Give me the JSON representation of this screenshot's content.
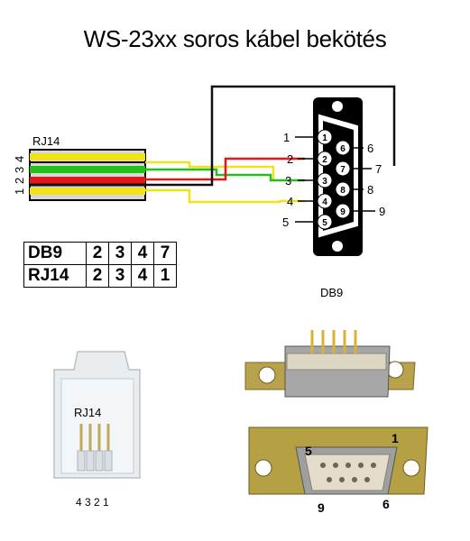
{
  "title": "WS-23xx soros kábel bekötés",
  "rj14_label": "RJ14",
  "rj14_side_pins": [
    "4",
    "3",
    "2",
    "1"
  ],
  "db9_label": "DB9",
  "db9_pins_top": [
    "1",
    "2",
    "3",
    "4",
    "5"
  ],
  "db9_pins_bottom": [
    "6",
    "7",
    "8",
    "9"
  ],
  "table": {
    "rows": [
      {
        "head": "DB9",
        "cells": [
          "2",
          "3",
          "4",
          "7"
        ]
      },
      {
        "head": "RJ14",
        "cells": [
          "2",
          "3",
          "4",
          "1"
        ]
      }
    ]
  },
  "photo_rj14": {
    "label": "RJ14",
    "pins": "4 3 2 1"
  },
  "photo_db9": {
    "pin_5": "5",
    "pin_1": "1",
    "pin_9": "9",
    "pin_6": "6"
  },
  "wire_colors": {
    "yellow": "#f2e21c",
    "green": "#22c11a",
    "red": "#e3161a",
    "black": "#111111"
  }
}
